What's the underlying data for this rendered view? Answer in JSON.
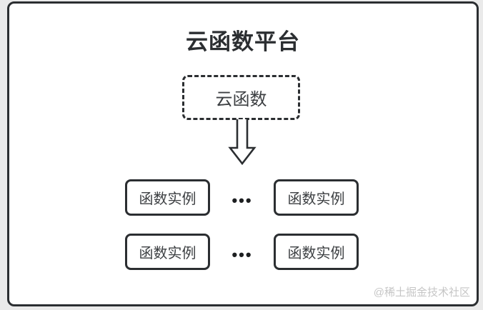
{
  "frame": {
    "title": "云函数平台",
    "watermark": "@稀土掘金技术社区"
  },
  "diagram": {
    "platform_node": {
      "label": "云函数"
    },
    "arrow": "down-block-arrow",
    "instance_rows": [
      {
        "left": "函数实例",
        "ellipsis": "•••",
        "right": "函数实例"
      },
      {
        "left": "函数实例",
        "ellipsis": "•••",
        "right": "函数实例"
      }
    ]
  },
  "colors": {
    "outer_background": "#eaeaea",
    "frame_background": "#ffffff",
    "line": "#2b2e31",
    "node_text": "#3c3f42",
    "watermark_text": "#c6c6c6"
  }
}
